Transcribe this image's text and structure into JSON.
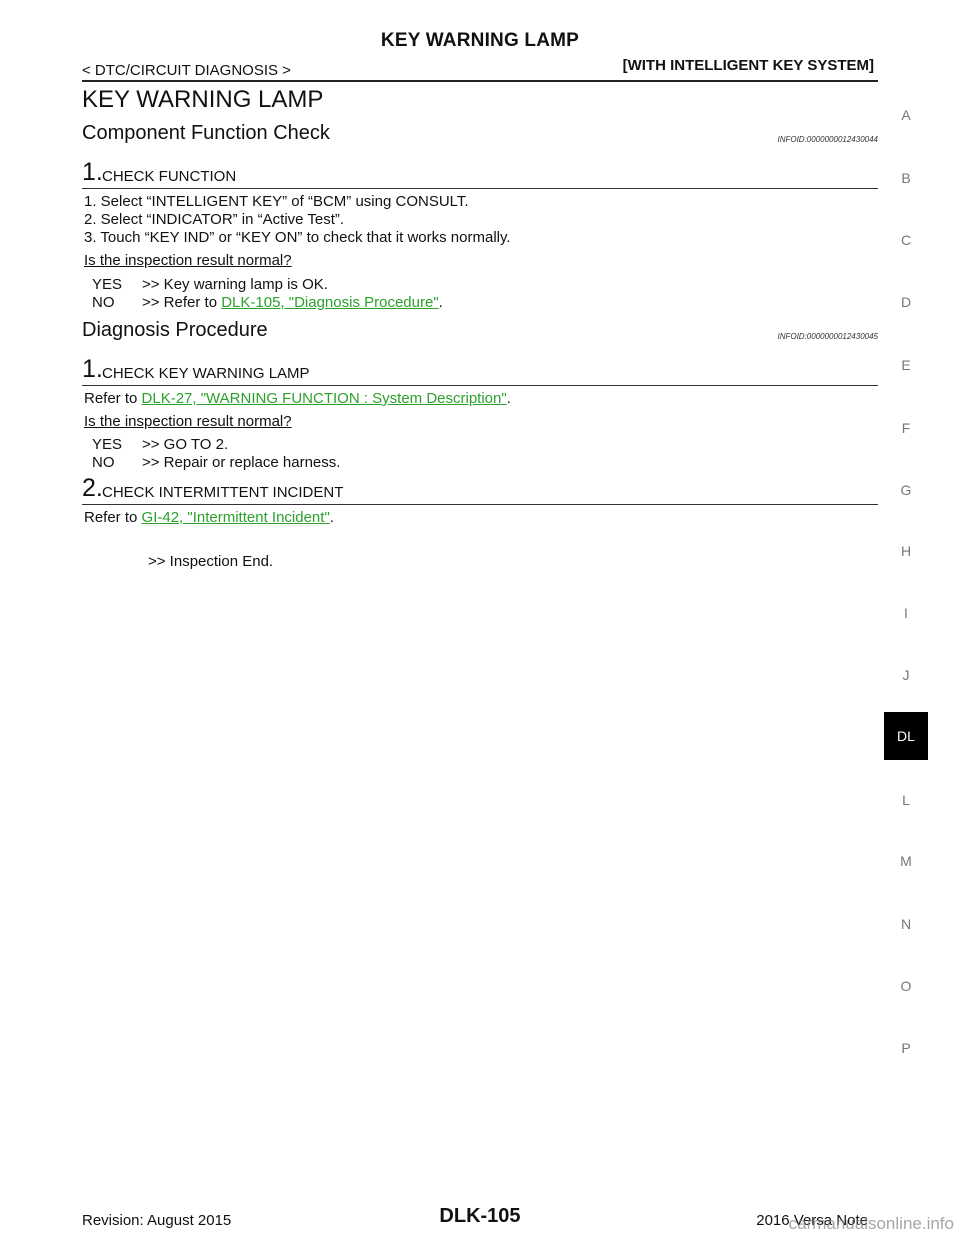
{
  "header": {
    "title": "KEY WARNING LAMP",
    "section": "< DTC/CIRCUIT DIAGNOSIS >",
    "system": "[WITH INTELLIGENT KEY SYSTEM]"
  },
  "main_title": "KEY WARNING LAMP",
  "component_check": {
    "title": "Component  Function  Check",
    "infoid": "INFOID:0000000012430044",
    "step1": {
      "number": "1.",
      "title": "CHECK FUNCTION",
      "items": [
        "1.   Select “INTELLIGENT KEY” of “BCM” using CONSULT.",
        "2.   Select “INDICATOR” in “Active Test”.",
        "3.   Touch “KEY IND” or “KEY ON” to check that it works normally."
      ],
      "question": "Is the inspection result normal?",
      "yes_key": "YES",
      "yes_text": ">> Key warning lamp is OK.",
      "no_key": "NO",
      "no_prefix": ">> Refer to ",
      "no_link": "DLK-105, \"Diagnosis Procedure\"",
      "no_suffix": "."
    }
  },
  "diagnosis": {
    "title": "Diagnosis Procedure",
    "infoid": "INFOID:0000000012430045",
    "step1": {
      "number": "1.",
      "title": "CHECK KEY WARNING LAMP",
      "refer_prefix": "Refer to ",
      "refer_link": "DLK-27, \"WARNING FUNCTION : System Description\"",
      "refer_suffix": ".",
      "question": "Is the inspection result normal?",
      "yes_key": "YES",
      "yes_text": ">> GO TO 2.",
      "no_key": "NO",
      "no_text": ">> Repair or replace harness."
    },
    "step2": {
      "number": "2.",
      "title": "CHECK INTERMITTENT INCIDENT",
      "refer_prefix": "Refer to ",
      "refer_link": "GI-42, \"Intermittent Incident\"",
      "refer_suffix": ".",
      "end_text": ">> Inspection End."
    }
  },
  "side_index": [
    "A",
    "B",
    "C",
    "D",
    "E",
    "F",
    "G",
    "H",
    "I",
    "J",
    "DL",
    "L",
    "M",
    "N",
    "O",
    "P"
  ],
  "side_active": "DL",
  "footer": {
    "revision": "Revision: August 2015",
    "page": "DLK-105",
    "model": "2016 Versa Note",
    "watermark": "carmanualsonline.info"
  }
}
